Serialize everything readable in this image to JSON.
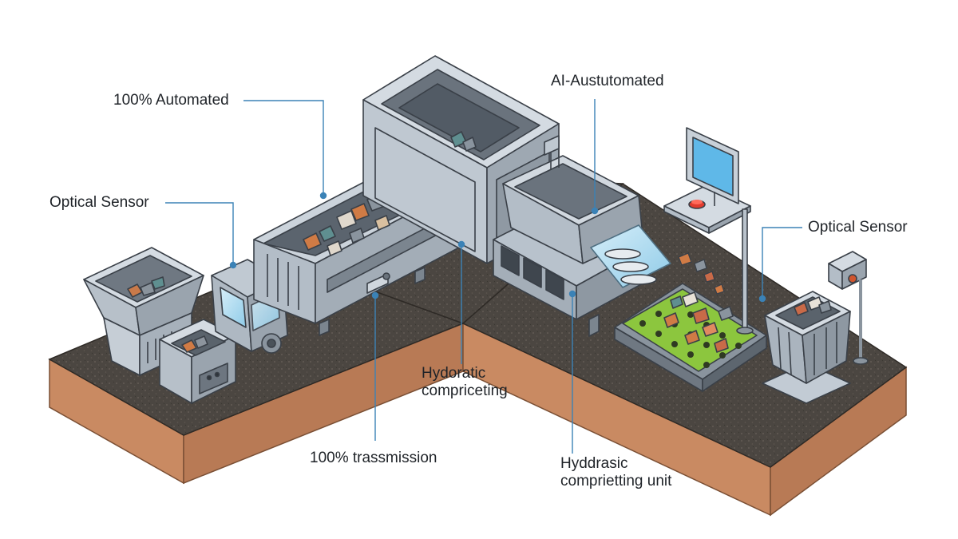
{
  "labels": {
    "automated_top": "100% Automated",
    "ai_automated": "AI-Austutomated",
    "optical_left": "Optical Sensor",
    "optical_right": "Optical Sensor",
    "hydoratic_line1": "Hydoratic",
    "hydoratic_line2": "compriceting",
    "transmission": "100% trassmission",
    "hyddrasic_line1": "Hyddrasic",
    "hyddrasic_line2": "comprietting unit"
  },
  "colors": {
    "callout_line": "#3b82b6",
    "soil_top": "#4a4540",
    "soil_side": "#c98a62",
    "machine_light": "#c8d0d8",
    "machine_mid": "#9aa4ae",
    "machine_dark": "#6e7882",
    "sorting_bed": "#8cc63e",
    "glass": "#a9d8f0"
  },
  "icons": [
    "computer-monitor-icon",
    "red-stop-button-icon",
    "conveyor-roller-icon"
  ]
}
